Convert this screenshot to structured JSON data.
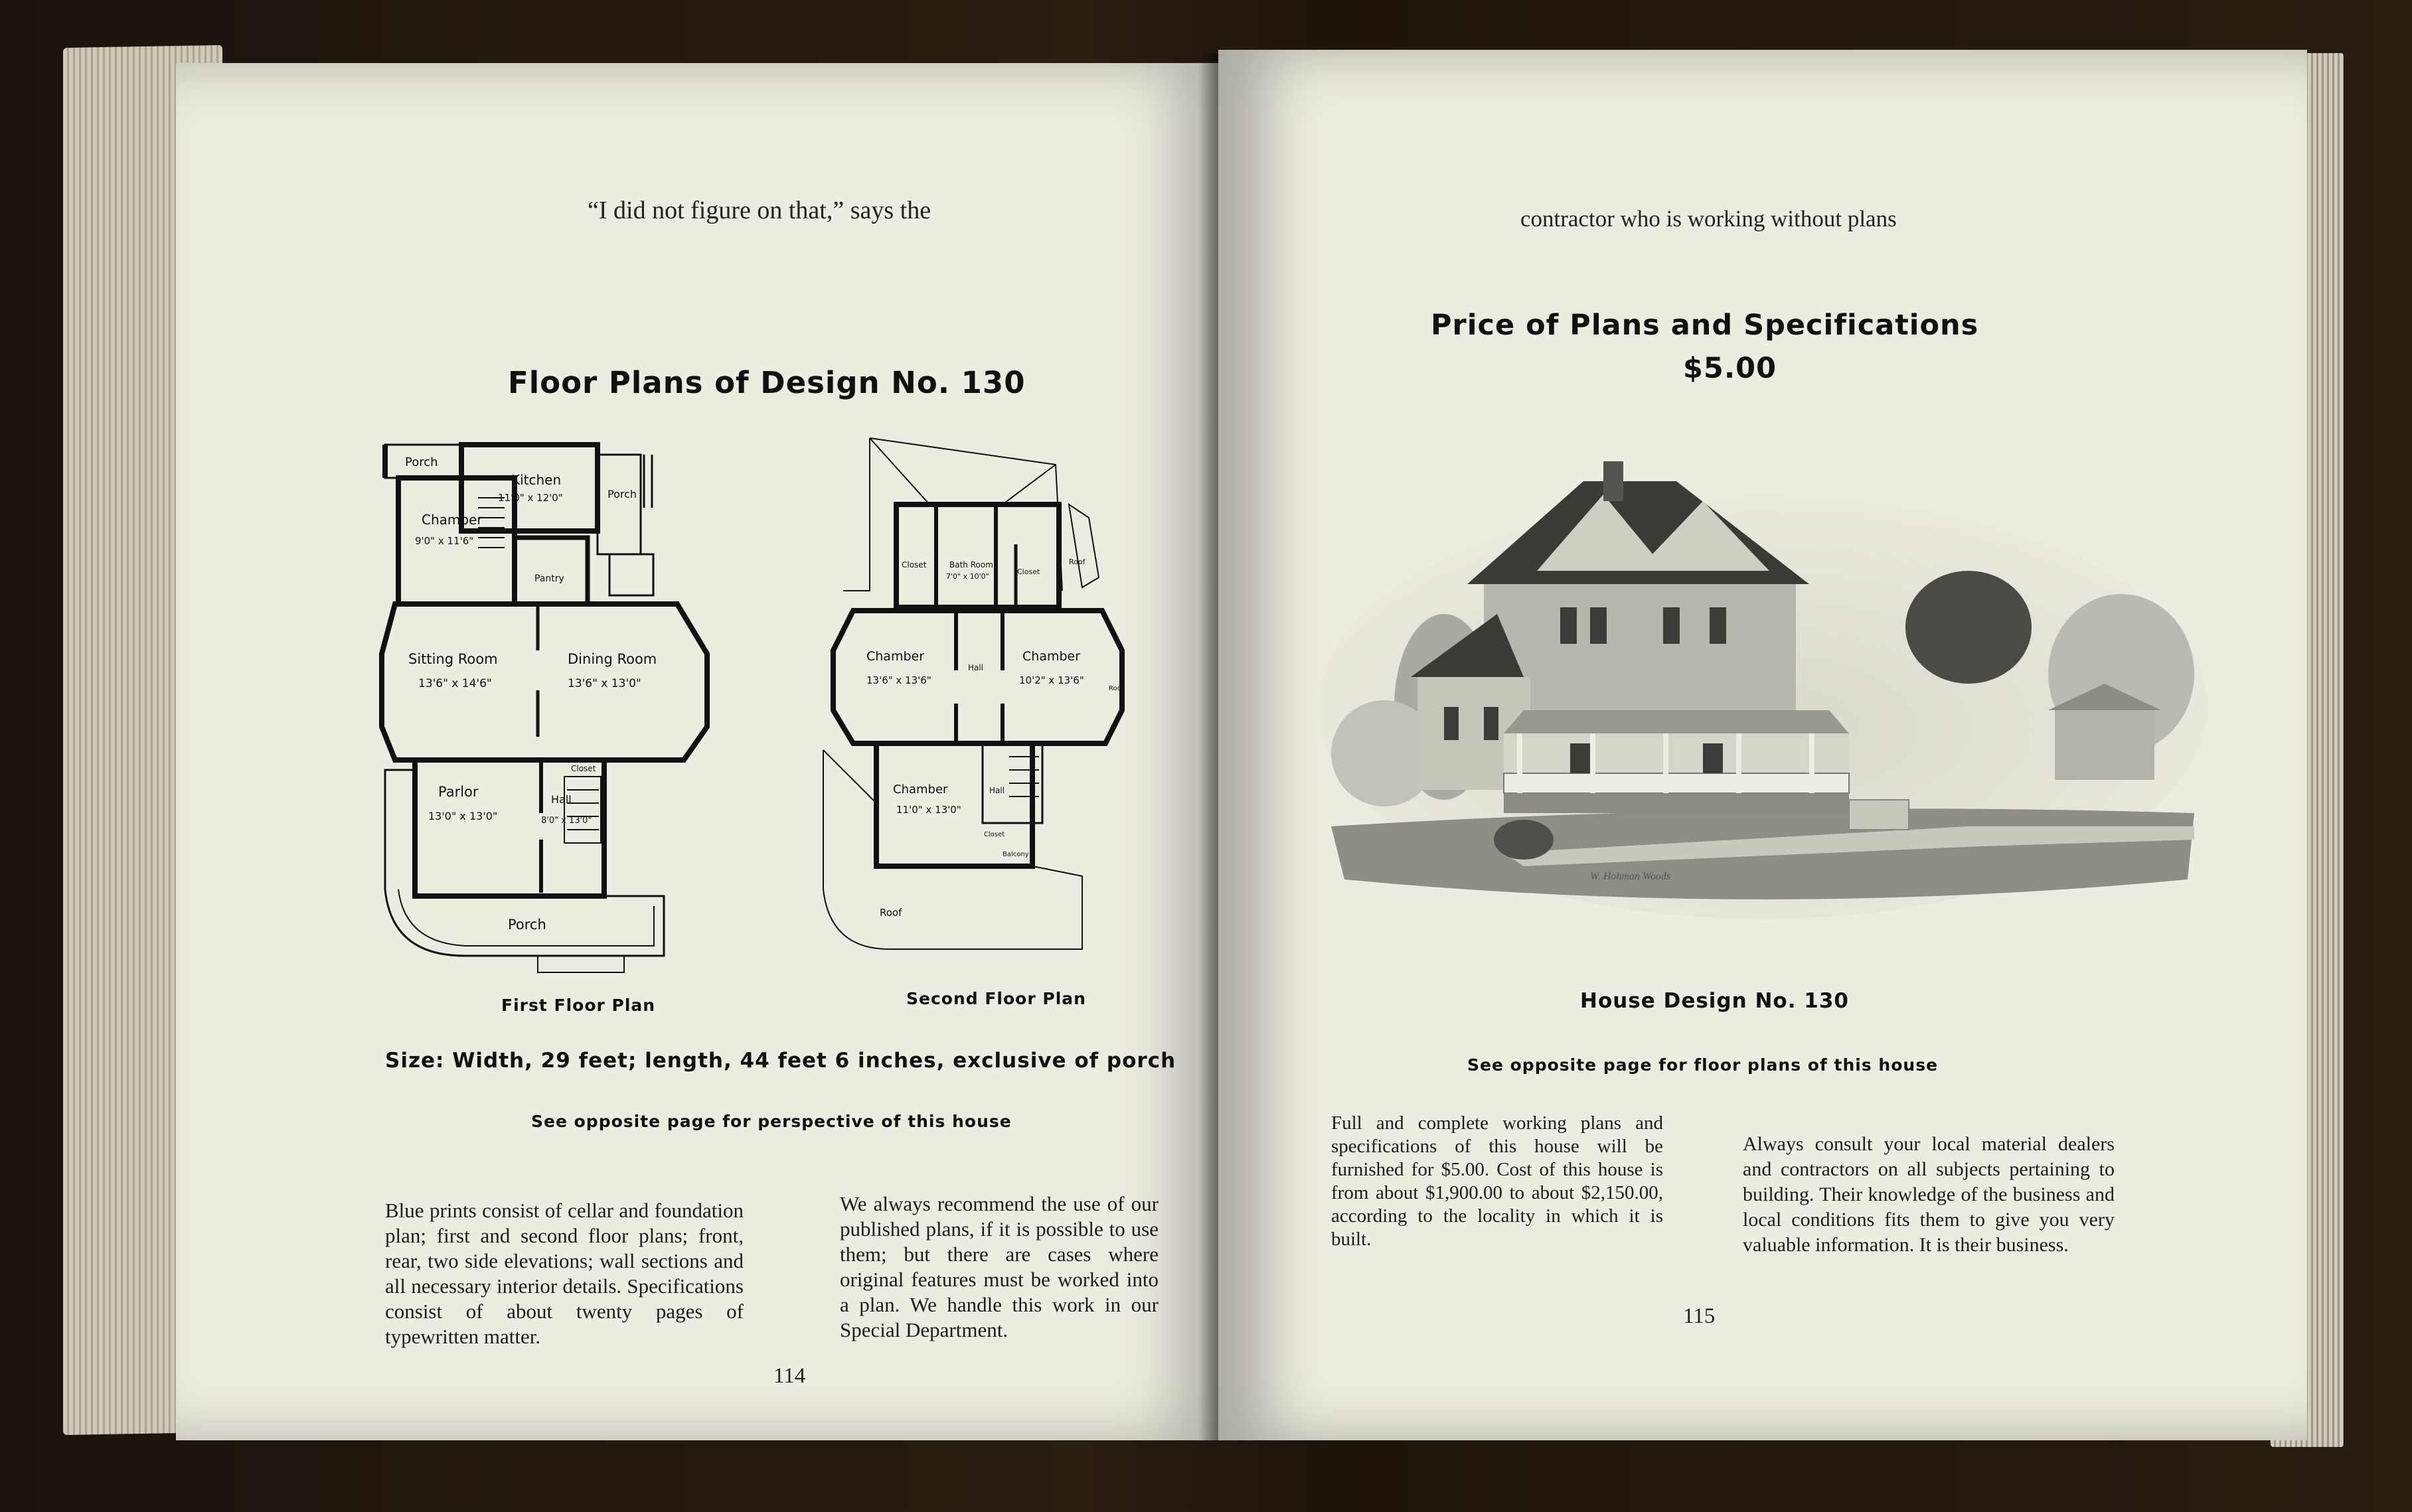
{
  "left_page": {
    "running_head": "“I did not figure on that,” says the",
    "title": "Floor Plans of Design No. 130",
    "first_floor": {
      "caption": "First Floor Plan",
      "rooms": [
        {
          "name": "Porch"
        },
        {
          "name": "Kitchen",
          "size": "11'0\" x 12'0\""
        },
        {
          "name": "Porch"
        },
        {
          "name": "Chamber",
          "size": "9'0\" x 11'6\""
        },
        {
          "name": "Pantry"
        },
        {
          "name": "Sitting Room",
          "size": "13'6\" x 14'6\""
        },
        {
          "name": "Dining Room",
          "size": "13'6\" x 13'0\""
        },
        {
          "name": "Parlor",
          "size": "13'0\" x 13'0\""
        },
        {
          "name": "Hall",
          "size": "8'0\" x 13'0\""
        },
        {
          "name": "Closet"
        },
        {
          "name": "Porch"
        }
      ]
    },
    "second_floor": {
      "caption": "Second Floor Plan",
      "rooms": [
        {
          "name": "Roof"
        },
        {
          "name": "Closet"
        },
        {
          "name": "Bath Room",
          "size": "7'0\" x 10'0\""
        },
        {
          "name": "Closet"
        },
        {
          "name": "Chamber",
          "size": "13'6\" x 13'6\""
        },
        {
          "name": "Hall"
        },
        {
          "name": "Chamber",
          "size": "10'2\" x 13'6\""
        },
        {
          "name": "Roof"
        },
        {
          "name": "Chamber",
          "size": "11'0\" x 13'0\""
        },
        {
          "name": "Hall"
        },
        {
          "name": "Closet"
        },
        {
          "name": "Balcony"
        },
        {
          "name": "Roof"
        }
      ]
    },
    "size_line": "Size: Width, 29 feet; length, 44 feet 6 inches, exclusive of porch",
    "see_opposite": "See opposite page for perspective of this house",
    "col1": "Blue prints consist of cellar and foundation plan; first and second floor plans; front, rear, two side elevations; wall sections and all necessary interior details. Specifications consist of about twenty pages of typewritten matter.",
    "col2": "We always recommend the use of our published plans, if it is possible to use them; but there are cases where original features must be worked into a plan. We handle this work in our Special Department.",
    "page_number": "114"
  },
  "right_page": {
    "running_head": "contractor who is working without plans",
    "title": "Price of Plans and Specifications",
    "price": "$5.00",
    "illustration_signature": "W. Hohman Woods",
    "caption": "House Design No. 130",
    "see_opposite": "See opposite page for floor plans of this house",
    "col1": "Full and complete working plans and specifications of this house will be furnished for $5.00. Cost of this house is from about $1,900.00 to about $2,150.00, according to the locality in which it is built.",
    "col2": "Always consult your local material dealers and contractors on all subjects pertaining to building. Their knowledge of the business and local conditions fits them to give you very valuable information. It is their business.",
    "page_number": "115"
  }
}
